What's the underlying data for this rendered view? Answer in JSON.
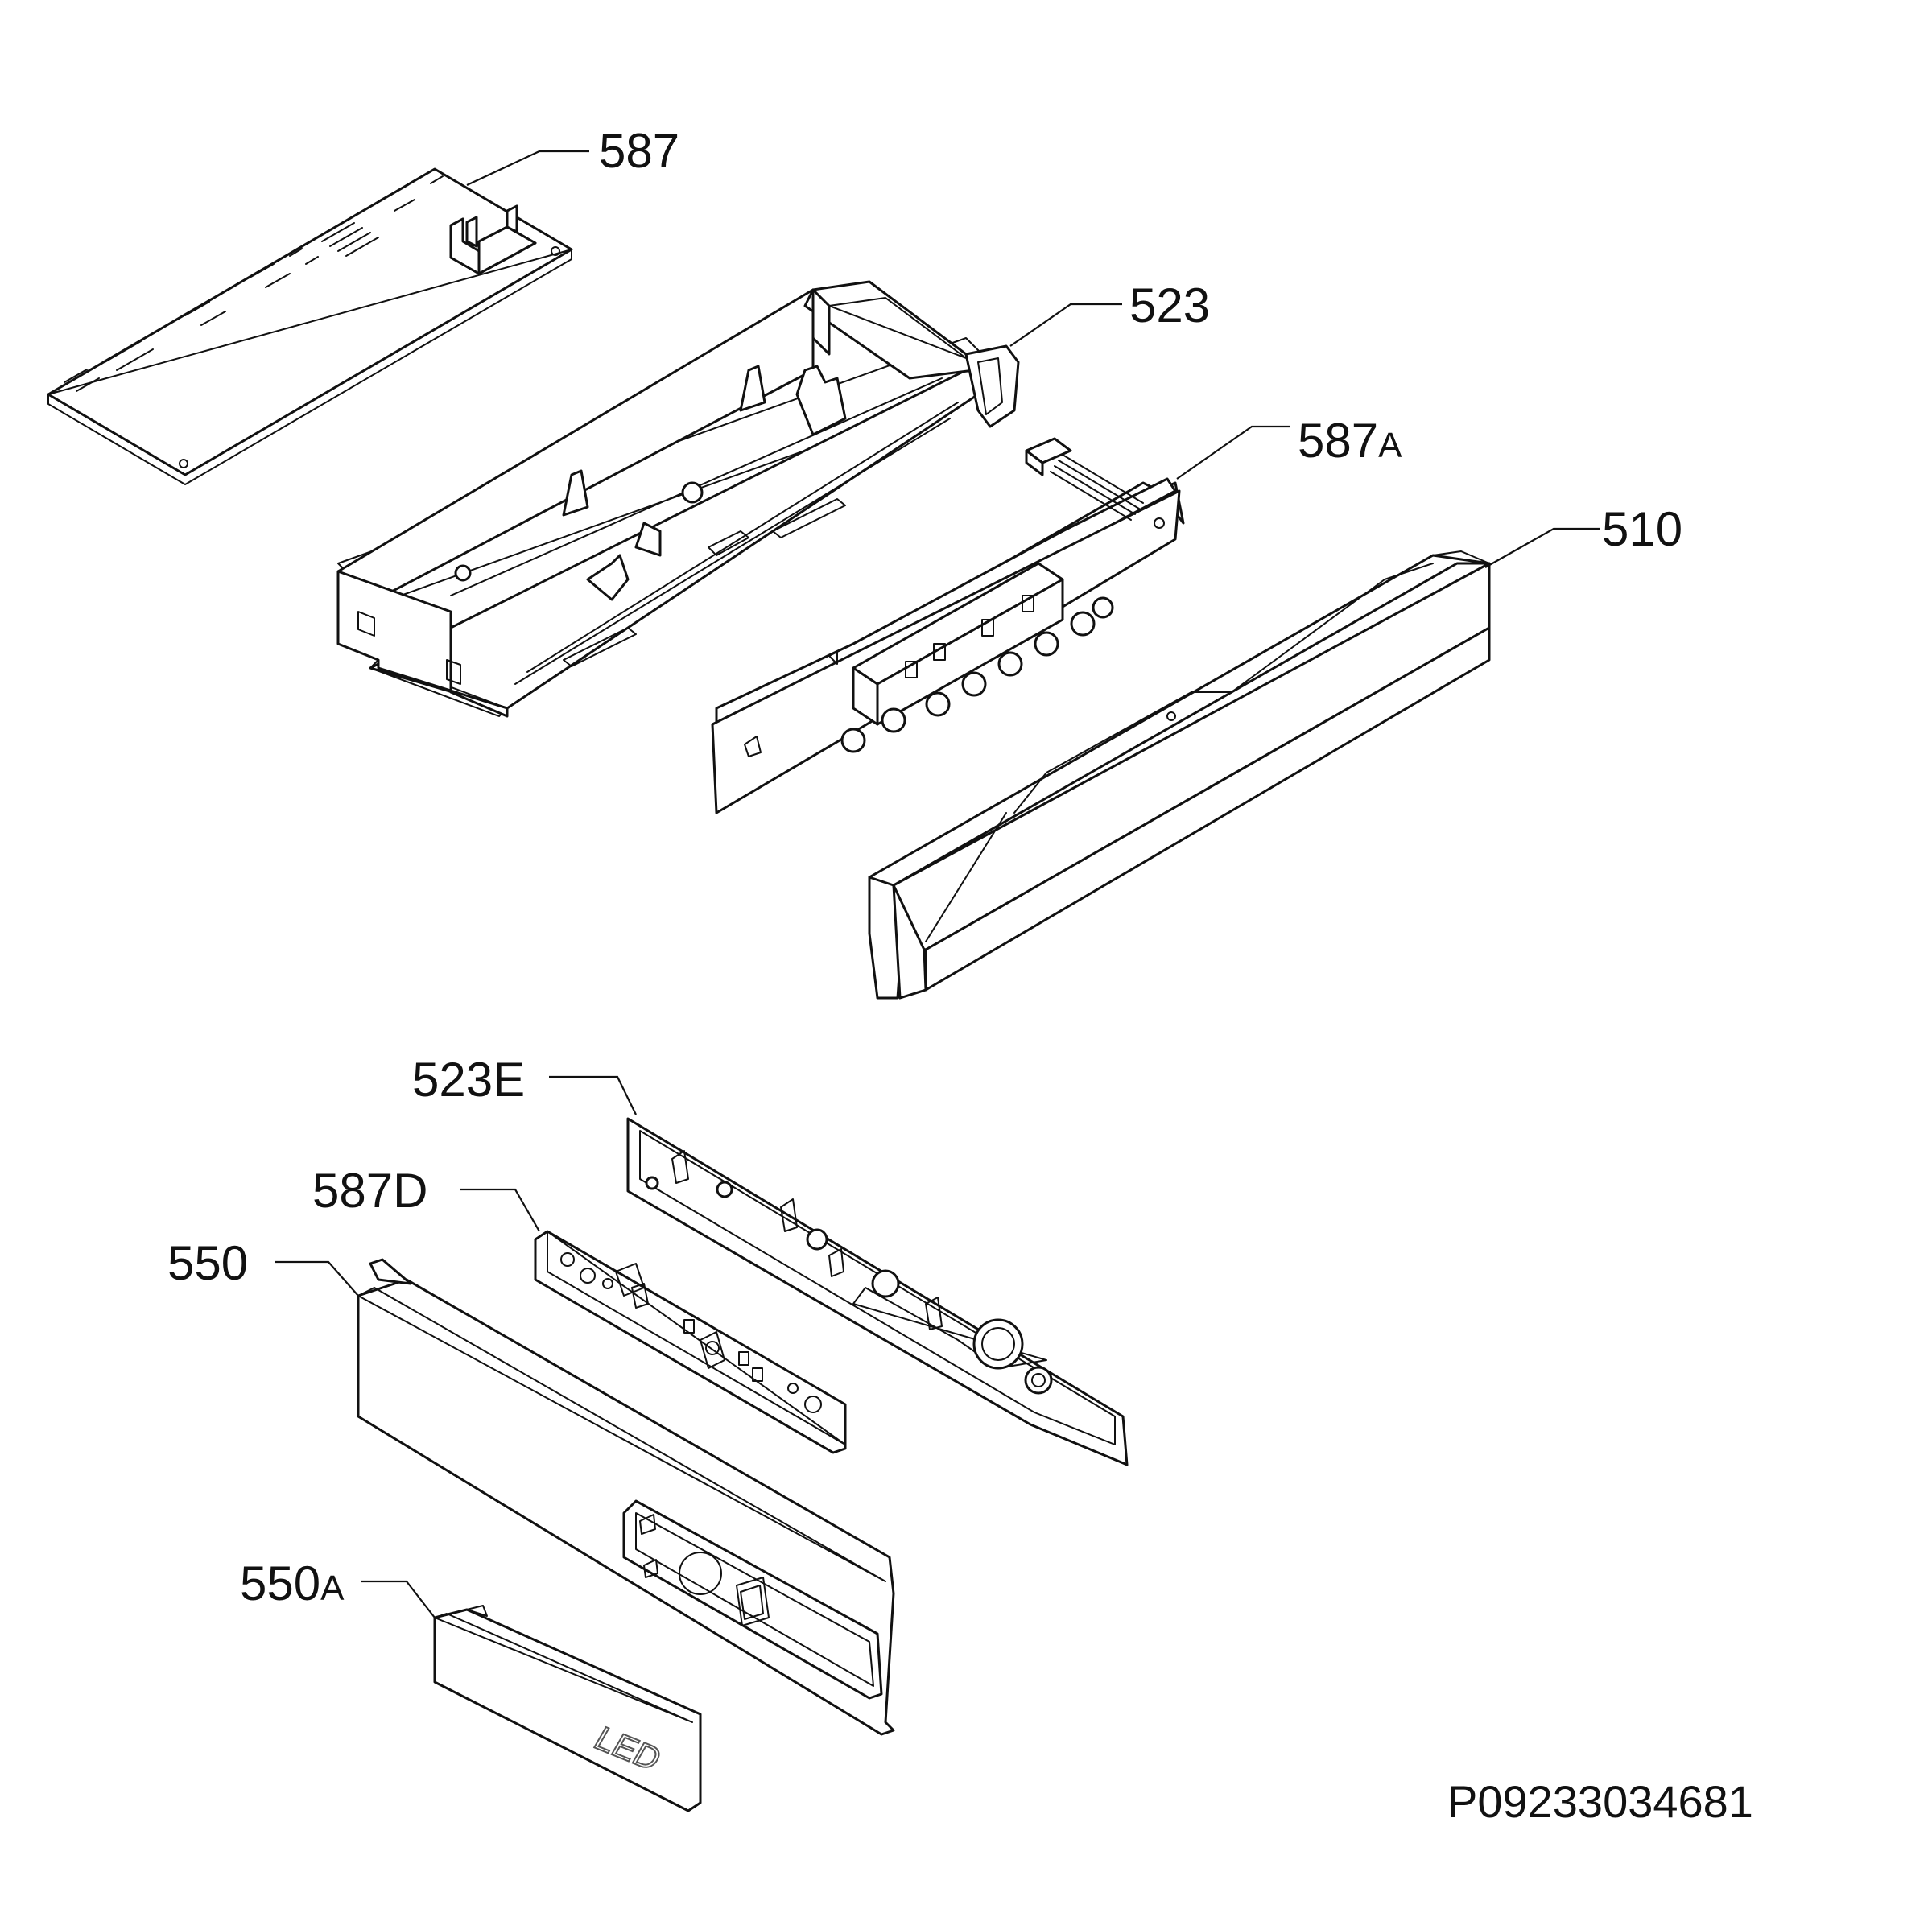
{
  "parts": [
    {
      "id": "p587",
      "label": "587",
      "suffix": ""
    },
    {
      "id": "p523",
      "label": "523",
      "suffix": ""
    },
    {
      "id": "p587A",
      "label": "587",
      "suffix": "A"
    },
    {
      "id": "p510",
      "label": "510",
      "suffix": ""
    },
    {
      "id": "p523E",
      "label": "523E",
      "suffix": ""
    },
    {
      "id": "p587D",
      "label": "587D",
      "suffix": ""
    },
    {
      "id": "p550",
      "label": "550",
      "suffix": ""
    },
    {
      "id": "p550A",
      "label": "550",
      "suffix": "A"
    }
  ],
  "cover_marking": "LED",
  "document_id": "P09233034681"
}
